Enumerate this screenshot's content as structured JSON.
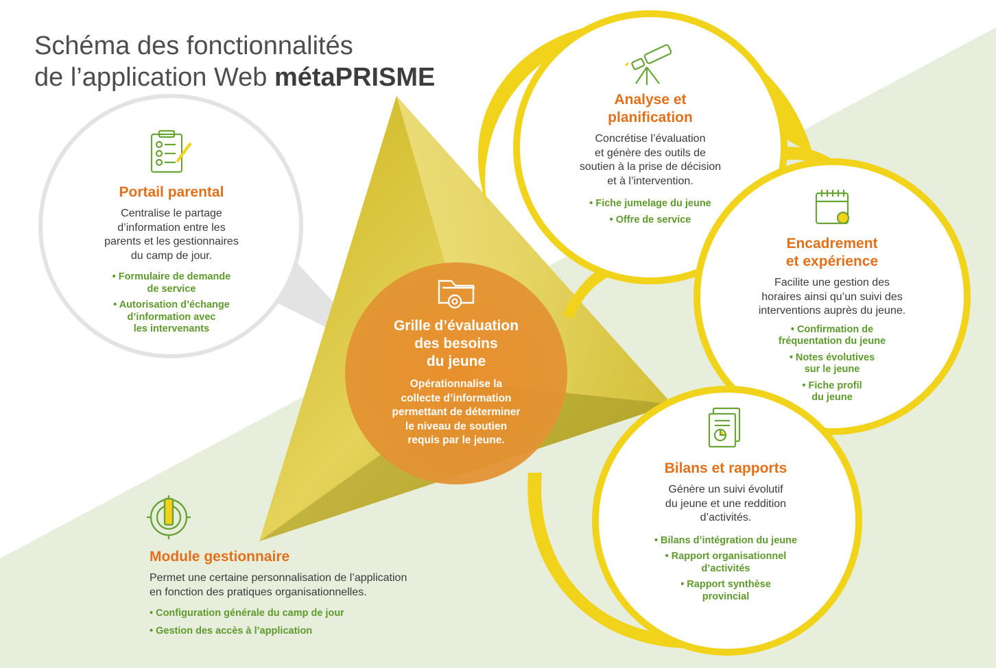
{
  "title": {
    "line1": "Schéma des fonctionnalités",
    "line2_prefix": "de l’application Web ",
    "brand": "métaPRISME"
  },
  "portail": {
    "heading": "Portail parental",
    "desc": [
      "Centralise le partage",
      "d’information entre les",
      "parents et les gestionnaires",
      "du camp de jour."
    ],
    "bullets": [
      [
        "• Formulaire de demande",
        "de service"
      ],
      [
        "• Autorisation d’échange",
        "d’information avec",
        "les intervenants"
      ]
    ]
  },
  "analyse": {
    "heading": [
      "Analyse et",
      "planification"
    ],
    "desc": [
      "Concrétise l’évaluation",
      "et génère des outils de",
      "soutien à la prise de décision",
      "et à l’intervention."
    ],
    "bullets": [
      "• Fiche jumelage du jeune",
      "• Offre de service"
    ]
  },
  "encadrement": {
    "heading": [
      "Encadrement",
      "et expérience"
    ],
    "desc": [
      "Facilite une gestion des",
      "horaires ainsi qu’un suivi des",
      "interventions auprès du jeune."
    ],
    "bullets": [
      [
        "• Confirmation de",
        "fréquentation du jeune"
      ],
      [
        "• Notes évolutives",
        "sur le jeune"
      ],
      [
        "• Fiche profil",
        "du jeune"
      ]
    ]
  },
  "bilans": {
    "heading": "Bilans et rapports",
    "desc": [
      "Génère un suivi évolutif",
      "du jeune et une reddition",
      "d’activités."
    ],
    "bullets": [
      [
        "• Bilans d’intégration du jeune"
      ],
      [
        "• Rapport organisationnel",
        "d’activités"
      ],
      [
        "• Rapport synthèse",
        "provincial"
      ]
    ]
  },
  "grille": {
    "heading": [
      "Grille d’évaluation",
      "des besoins",
      "du jeune"
    ],
    "desc": [
      "Opérationnalise la",
      "collecte d’information",
      "permettant de déterminer",
      "le niveau de soutien",
      "requis par le jeune."
    ]
  },
  "module": {
    "heading": "Module gestionnaire",
    "desc": [
      "Permet une certaine personnalisation de l’application",
      "en fonction des pratiques organisationnelles."
    ],
    "bullets": [
      "• Configuration générale du camp de jour",
      "• Gestion des accès à l’application"
    ]
  },
  "colors": {
    "heading_orange": "#e2701a",
    "bullet_green": "#5e9a2c",
    "ring_yellow": "#f0d31a",
    "center_orange": "#e98a2a",
    "background_green": "#e8eedc",
    "parent_circle_gray": "#e3e3e3"
  },
  "icons": {
    "portail": "clipboard-checklist-icon",
    "analyse": "telescope-icon",
    "encadrement": "calendar-icon",
    "bilans": "report-chart-icon",
    "grille": "folder-gear-icon",
    "module": "gear-pencil-icon"
  }
}
